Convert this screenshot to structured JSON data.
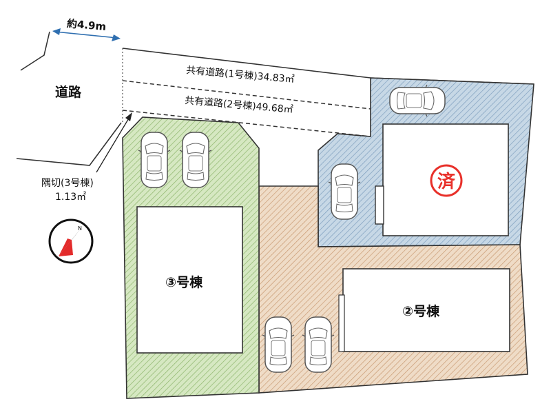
{
  "labels": {
    "road": "道路",
    "width": "約4.9m",
    "shared_road_1": "共有道路(1号棟)34.83㎡",
    "shared_road_2": "共有道路(2号棟)49.68㎡",
    "corner_cut_line1": "隅切(3号棟)",
    "corner_cut_line2": "1.13㎡",
    "lot3": "③号棟",
    "lot2": "②号棟",
    "sold_mark": "済"
  },
  "compass": {
    "marker": "N"
  },
  "colors": {
    "lot3_fill": "#cfe3b6",
    "lot2_fill": "#ecd3b8",
    "lot1_fill": "#b9cee0",
    "sold_mark": "#e8302a",
    "outline": "#333333",
    "width_arrow": "#2f6fb0"
  }
}
